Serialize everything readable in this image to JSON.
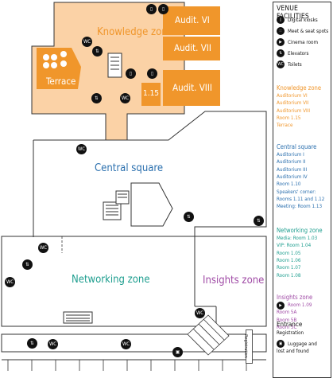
{
  "zones": {
    "knowledge": "Knowledge zone",
    "central": "Central square",
    "networking": "Networking zone",
    "insights": "Insights zone"
  },
  "rooms": {
    "audit6": "Audit. VI",
    "audit7": "Audit. VII",
    "audit8": "Audit. VIII",
    "r115": "1.15",
    "terrace": "Terrace"
  },
  "registration_label": "Registration",
  "markers": {
    "wc": "WC"
  },
  "legend": {
    "title": "VENUE FACILITIES",
    "icons": [
      {
        "icon": "digital-kiosk-icon",
        "label": "Digital kiosks"
      },
      {
        "icon": "meet-seat-icon",
        "label": "Meet & seat spots"
      },
      {
        "icon": "cinema-room-icon",
        "label": "Cinema room"
      },
      {
        "icon": "elevator-icon",
        "label": "Elevators"
      },
      {
        "icon": "toilet-icon",
        "label": "Toilets",
        "symbol": "WC"
      }
    ],
    "sections": [
      {
        "key": "knowledge",
        "title": "Knowledge zone",
        "color": "#F0962B",
        "items": [
          "Auditorium VI",
          "Auditorium VII",
          "Auditorium VIII",
          "Room 1.15",
          "Terrace"
        ]
      },
      {
        "key": "central",
        "title": "Central square",
        "color": "#2A6FAE",
        "items": [
          "Auditorium I",
          "Auditorium II",
          "Auditorium III",
          "Auditorium IV",
          "Room 1.10",
          "Speakers' corner:",
          "Rooms 1.11 and 1.12",
          "Meeting: Room 1.13"
        ]
      },
      {
        "key": "networking",
        "title": "Networking zone",
        "color": "#1E9E8F",
        "items": [
          "Media: Room 1.03",
          "VIP: Room 1.04",
          "Room 1.05",
          "Room 1.06",
          "Room 1.07",
          "Room 1.08"
        ]
      },
      {
        "key": "insights",
        "title": "Insights zone",
        "color": "#A04BA6",
        "items": [
          "Room 1.09",
          "Room 5A",
          "Room 5B",
          "Room 5C"
        ]
      }
    ],
    "entrance": {
      "title": "Entrance",
      "registration": "Registration",
      "luggage_l1": "Luggage and",
      "luggage_l2": "lost and found"
    }
  },
  "colors": {
    "orange": "#F0962B",
    "light_orange": "#FBD2A6",
    "wall": "#333333",
    "icon": "#111111"
  }
}
